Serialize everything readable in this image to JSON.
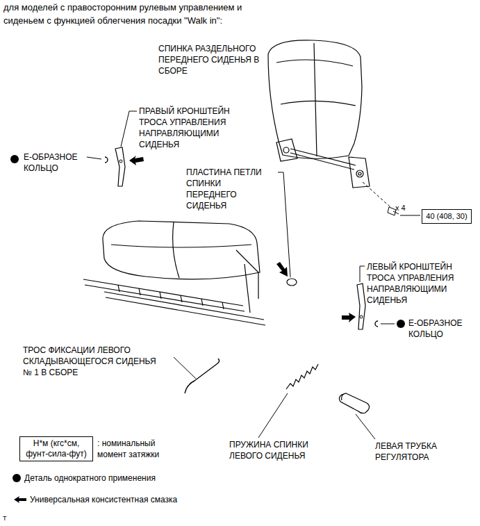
{
  "diagram": {
    "title": "для моделей с правосторонним рулевым управлением и сиденьем с функцией облегчения посадки \"Walk in\":",
    "nodes": [
      {
        "text": [
          "40 (408, 30)"
        ]
      },
      {
        "text": [
          "Н*м (кгс*см, фунт-сила-фут)"
        ]
      }
    ],
    "labels": [
      "СПИНКА РАЗДЕЛЬНОГО ПЕРЕДНЕГО СИДЕНЬЯ В СБОРЕ",
      "ПРАВЫЙ КРОНШТЕЙН ТРОСА УПРАВЛЕНИЯ НАПРАВЛЯЮЩИМИ СИДЕНЬЯ",
      "Е-ОБРАЗНОЕ КОЛЬЦО",
      "ПЛАСТИНА ПЕТЛИ СПИНКИ ПЕРЕДНЕГО СИДЕНЬЯ",
      "x 4",
      "ЛЕВЫЙ КРОНШТЕЙН ТРОСА УПРАВЛЕНИЯ НАПРАВЛЯЮЩИМИ СИДЕНЬЯ",
      "Е-ОБРАЗНОЕ КОЛЬЦО",
      "ТРОС ФИКСАЦИИ ЛЕВОГО СКЛАДЫВАЮЩЕГОСЯ СИДЕНЬЯ № 1 В СБОРЕ",
      "ПРУЖИНА СПИНКИ ЛЕВОГО СИДЕНЬЯ",
      "ЛЕВАЯ ТРУБКА РЕГУЛЯТОРА",
      "T"
    ],
    "legend": [
      {
        "text": ": номинальный момент затяжки"
      },
      {
        "text": "Деталь однократного применения"
      },
      {
        "text": "Универсальная консистентная смазка"
      }
    ]
  }
}
